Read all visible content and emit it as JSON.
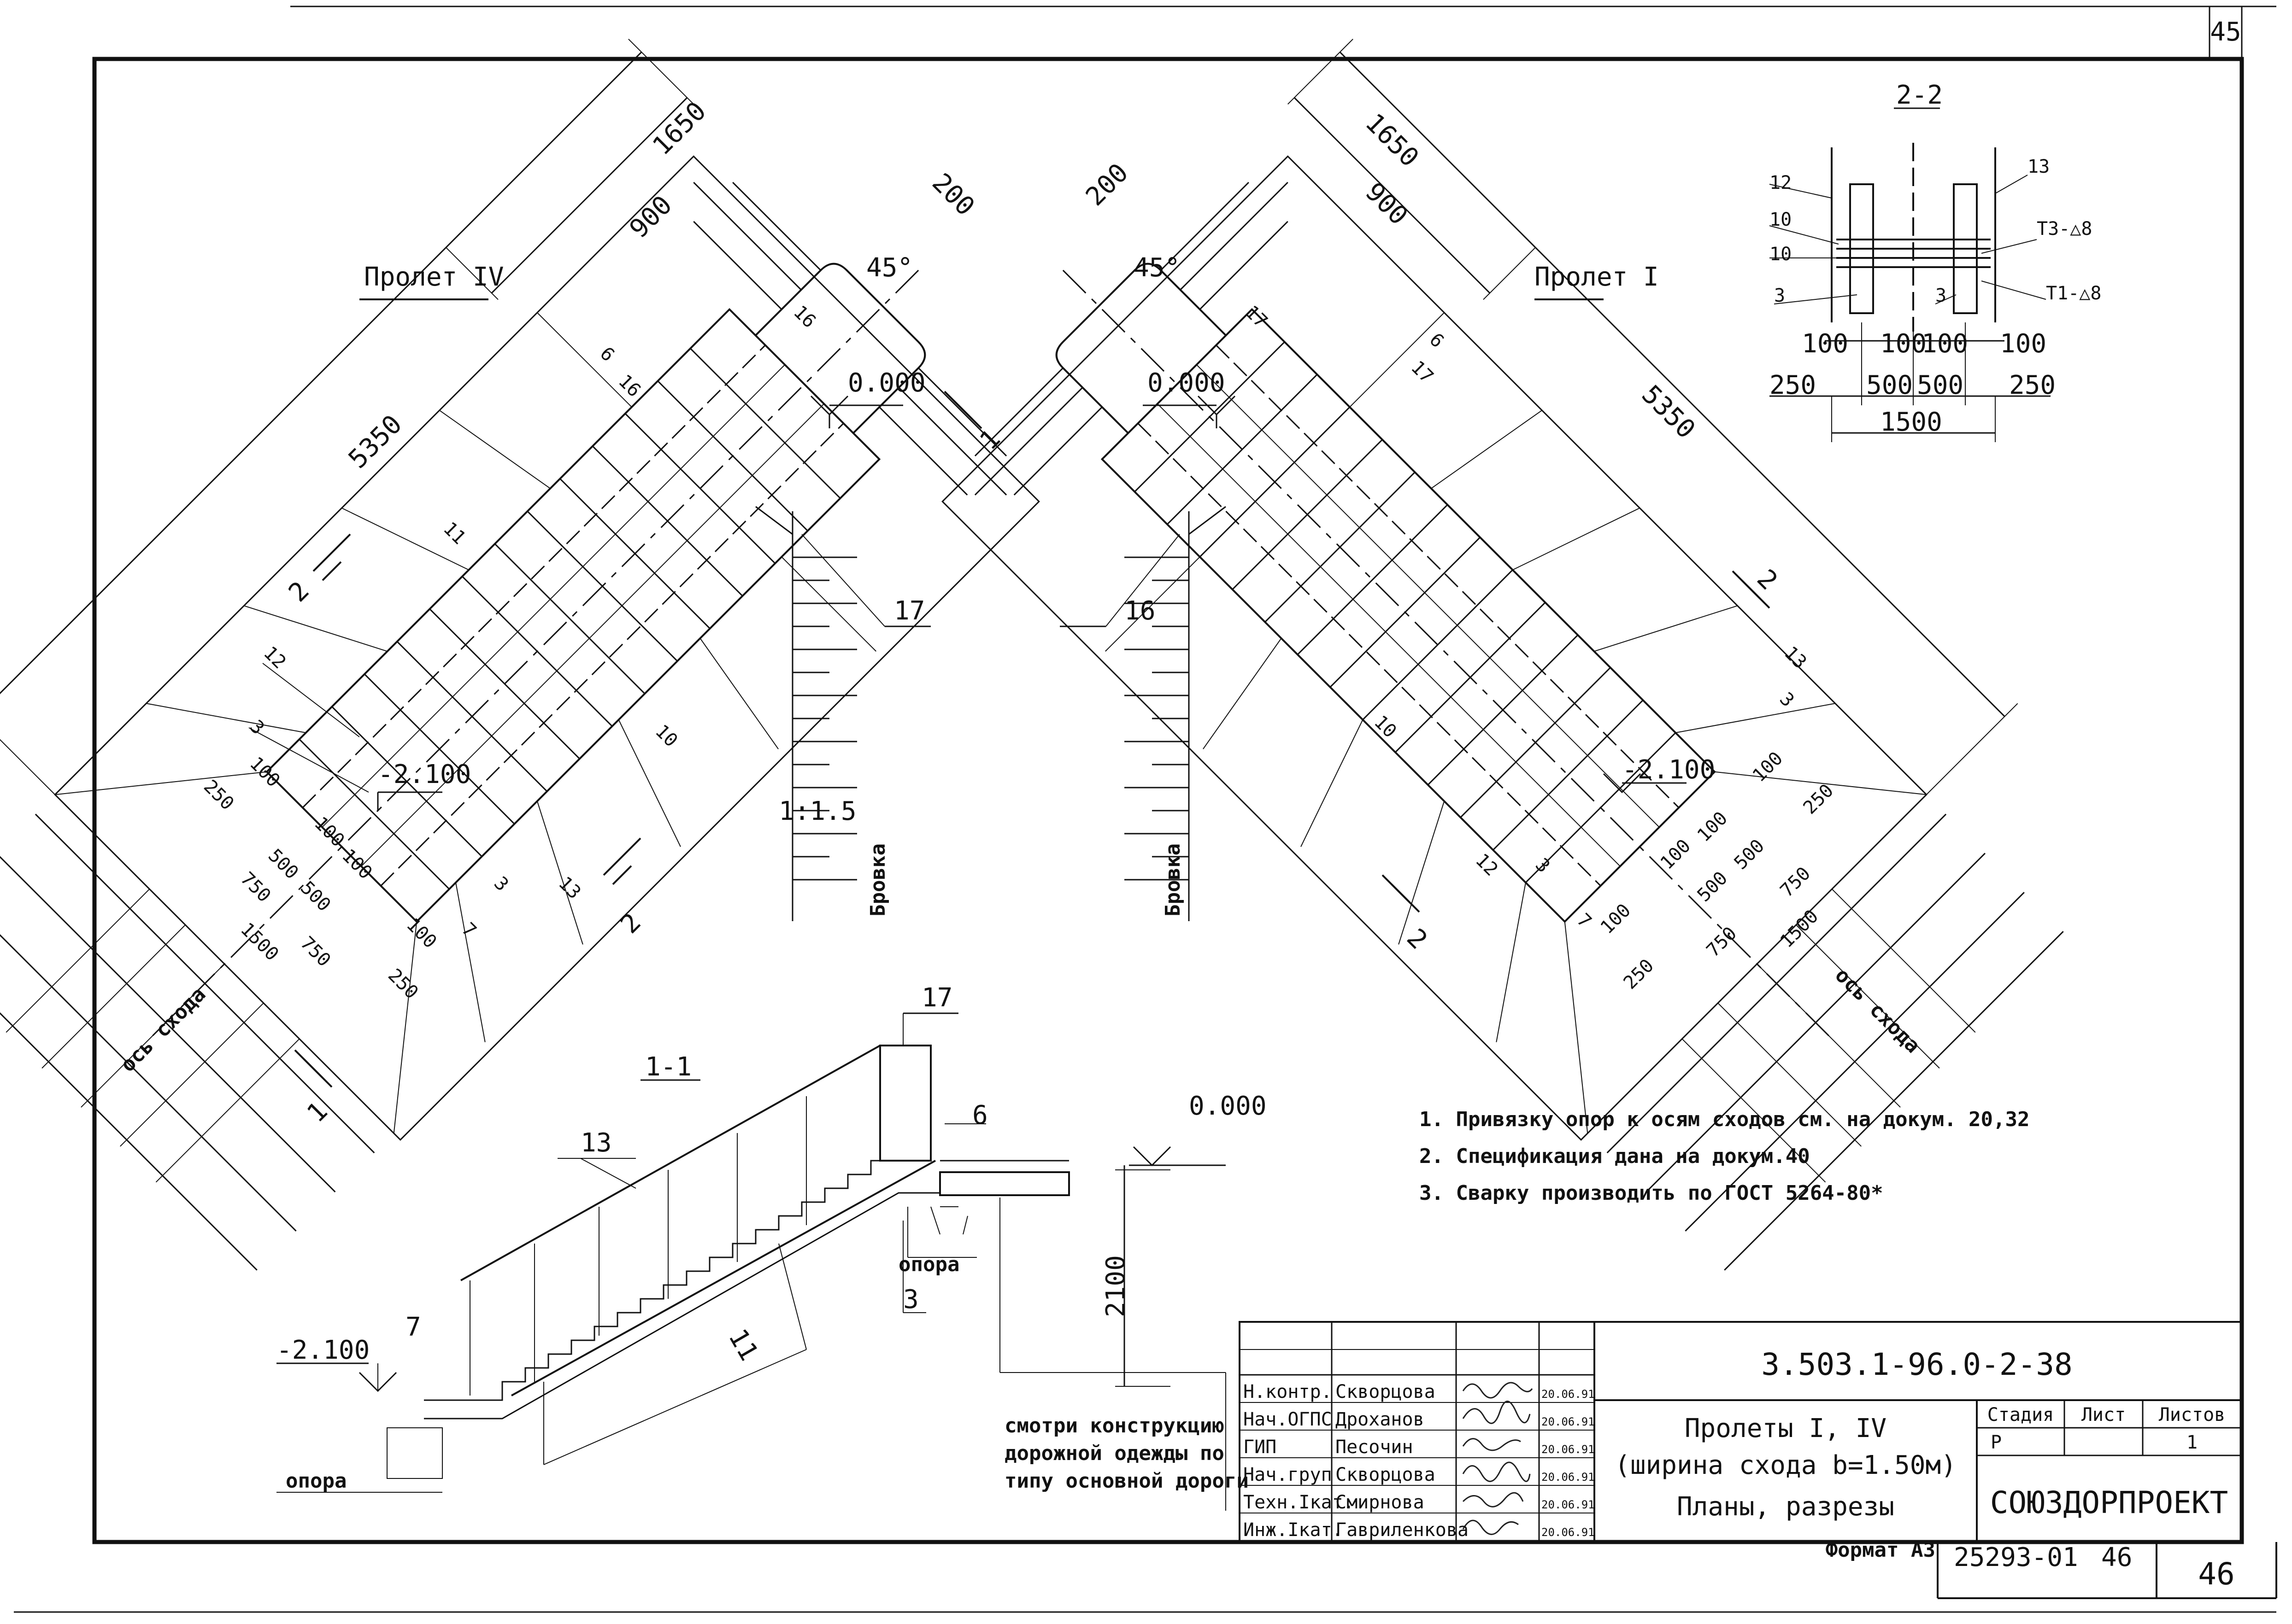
{
  "sheet": {
    "page_top": "45",
    "page_bottom": "46",
    "format_label": "Формат А3",
    "inventory_no": "25293-01",
    "inventory_sheet": "46"
  },
  "plan_left": {
    "title": "Пролет IV",
    "dim_top": "1650",
    "dim_900": "900",
    "dim_200": "200",
    "angle": "45°",
    "dim_long": "5350",
    "level_top": "0.000",
    "level_bottom": "-2.100",
    "slope": "1:1.5",
    "brovka": "Бровка",
    "axis_label": "ось схода",
    "section_mark_1": "1",
    "section_mark_2": "2",
    "pos": [
      "6",
      "16",
      "11",
      "12",
      "3",
      "10",
      "17",
      "13",
      "7",
      "16",
      "3"
    ],
    "dims_bottom": [
      "100",
      "250",
      "100",
      "500",
      "750",
      "100",
      "500",
      "1500",
      "750",
      "100",
      "250"
    ]
  },
  "plan_right": {
    "title": "Пролет I",
    "dim_top": "1650",
    "dim_900": "900",
    "dim_200": "200",
    "angle": "45°",
    "dim_long": "5350",
    "level_top": "0.000",
    "level_bottom": "-2.100",
    "brovka": "Бровка",
    "axis_label": "ось схода",
    "section_mark_2": "2",
    "pos": [
      "6",
      "17",
      "16",
      "13",
      "3",
      "10",
      "12",
      "3",
      "7",
      "17"
    ],
    "dims_bottom": [
      "100",
      "250",
      "100",
      "500",
      "750",
      "100",
      "500",
      "1500",
      "750",
      "100",
      "250"
    ]
  },
  "section_2_2": {
    "title": "2-2",
    "pos_12": "12",
    "pos_13": "13",
    "pos_10a": "10",
    "pos_10b": "10",
    "weld_t3": "Т3-△8",
    "weld_t1": "Т1-△8",
    "pos_3a": "3",
    "pos_3b": "3",
    "dims_row1": [
      "100",
      "100",
      "100",
      "100"
    ],
    "dims_row2": [
      "250",
      "500",
      "500",
      "250"
    ],
    "dim_total": "1500"
  },
  "section_1_1": {
    "title": "1-1",
    "pos_17": "17",
    "pos_13": "13",
    "pos_6": "6",
    "pos_11": "11",
    "pos_7": "7",
    "pos_3": "3",
    "level_top": "0.000",
    "level_bottom": "-2.100",
    "height": "2100",
    "support_a": "опора",
    "support_b": "опора",
    "road_note": [
      "смотри конструкцию",
      "дорожной одежды по",
      "типу основной дороги"
    ]
  },
  "notes": [
    "1. Привязку опор к осям сходов см. на докум. 20,32",
    "2. Спецификация дана на докум.40",
    "3. Сварку производить по ГОСТ 5264-80*"
  ],
  "title_block": {
    "doc_code": "3.503.1-96.0-2-38",
    "title_lines": [
      "Пролеты I, IV",
      "(ширина схода b=1.50м)",
      "Планы, разрезы"
    ],
    "stage_h": "Стадия",
    "sheet_h": "Лист",
    "sheets_h": "Листов",
    "stage": "Р",
    "sheets": "1",
    "org": "СОЮЗДОРПРОЕКТ",
    "signatures": [
      {
        "role": "Н.контр.",
        "name": "Скворцова",
        "date": "20.06.91"
      },
      {
        "role": "Нач.ОГПС",
        "name": "Дроханов",
        "date": "20.06.91"
      },
      {
        "role": "ГИП",
        "name": "Песочин",
        "date": "20.06.91"
      },
      {
        "role": "Нач.груп",
        "name": "Скворцова",
        "date": "20.06.91"
      },
      {
        "role": "Техн.Iкат.",
        "name": "Смирнова",
        "date": "20.06.91"
      },
      {
        "role": "Инж.Iкат.",
        "name": "Гавриленкова",
        "date": "20.06.91"
      }
    ]
  }
}
